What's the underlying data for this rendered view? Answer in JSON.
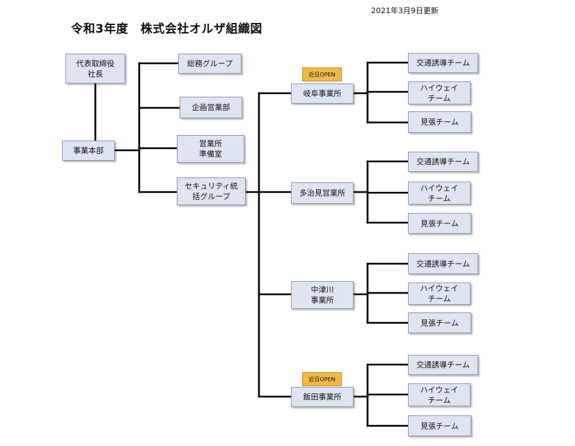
{
  "header": {
    "title": "令和3年度　株式会社オルザ組織図",
    "updated": "2021年3月9日更新"
  },
  "nodes": {
    "ceo": [
      "代表取締役",
      "社長"
    ],
    "hq": [
      "事業本部"
    ],
    "general_affairs": [
      "総務グループ"
    ],
    "planning_sales": [
      "企画営業部"
    ],
    "office_prep": [
      "営業所",
      "準備室"
    ],
    "security_group": [
      "セキュリティ統",
      "括グループ"
    ],
    "offices": [
      {
        "name": [
          "岐阜事業所"
        ],
        "badge": "近日OPEN",
        "teams": [
          [
            "交通誘導チーム"
          ],
          [
            "ハイウェイ",
            "チーム"
          ],
          [
            "見張チーム"
          ]
        ]
      },
      {
        "name": [
          "多治見営業所"
        ],
        "badge": "",
        "teams": [
          [
            "交通誘導チーム"
          ],
          [
            "ハイウェイ",
            "チーム"
          ],
          [
            "見張チーム"
          ]
        ]
      },
      {
        "name": [
          "中津川",
          "事業所"
        ],
        "badge": "",
        "teams": [
          [
            "交通誘導チーム"
          ],
          [
            "ハイウェイ",
            "チーム"
          ],
          [
            "見張チーム"
          ]
        ]
      },
      {
        "name": [
          "飯田事業所"
        ],
        "badge": "近日OPEN",
        "teams": [
          [
            "交通誘導チーム"
          ],
          [
            "ハイウェイ",
            "チーム"
          ],
          [
            "見張チーム"
          ]
        ]
      }
    ]
  },
  "colors": {
    "box_fill": "#dfe4f2",
    "box_border": "#8d97b4",
    "badge_fill": "#f2b94a",
    "connector": "#000000"
  }
}
